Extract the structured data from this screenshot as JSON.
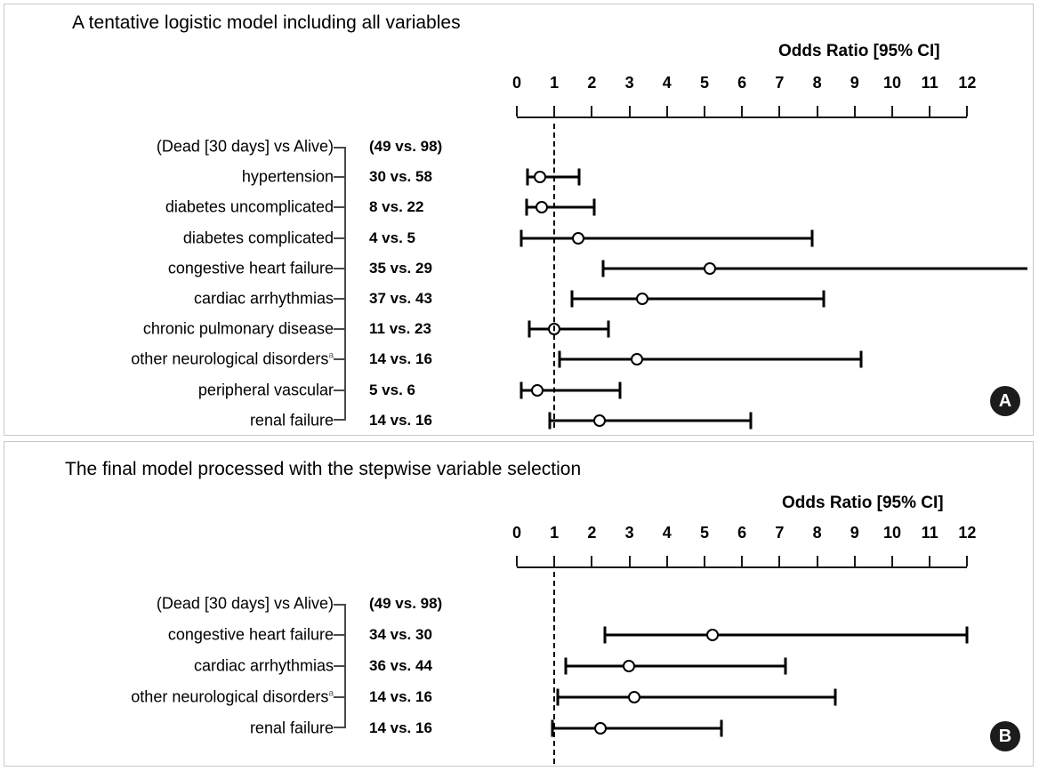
{
  "figure": {
    "axis_title": "Odds Ratio [95% CI]",
    "tick_labels": [
      "0",
      "1",
      "2",
      "3",
      "4",
      "5",
      "6",
      "7",
      "8",
      "9",
      "10",
      "11",
      "12"
    ],
    "reference_value": 1,
    "footnote_marker": "a"
  },
  "panel_a": {
    "badge": "A",
    "title": "A tentative logistic model including all variables",
    "axis_title": "Odds Ratio [95% CI]",
    "header_label": "(Dead [30 days] vs Alive)",
    "header_count": "(49 vs. 98)"
  },
  "panel_b": {
    "badge": "B",
    "title": "The final model processed with the stepwise variable selection",
    "axis_title": "Odds Ratio [95% CI]",
    "header_label": "(Dead [30 days] vs Alive)",
    "header_count": "(49 vs. 98)"
  },
  "chart_data": [
    {
      "type": "forest",
      "panel": "A",
      "title": "A tentative logistic model including all variables",
      "xlabel": "Odds Ratio [95% CI]",
      "xlim": [
        0,
        12
      ],
      "xticks": [
        0,
        1,
        2,
        3,
        4,
        5,
        6,
        7,
        8,
        9,
        10,
        11,
        12
      ],
      "reference_line": 1,
      "grid": false,
      "header": {
        "label": "(Dead [30 days] vs Alive)",
        "count": "(49 vs. 98)"
      },
      "rows": [
        {
          "label": "hypertension",
          "sup": "",
          "count": "30 vs. 58",
          "or": 0.62,
          "lower": 0.28,
          "upper": 1.66,
          "truncated_right": false
        },
        {
          "label": "diabetes uncomplicated",
          "sup": "",
          "count": "8 vs. 22",
          "or": 0.66,
          "lower": 0.26,
          "upper": 2.05,
          "truncated_right": false
        },
        {
          "label": "diabetes complicated",
          "sup": "",
          "count": "4 vs. 5",
          "or": 1.63,
          "lower": 0.13,
          "upper": 7.86,
          "truncated_right": false
        },
        {
          "label": "congestive heart failure",
          "sup": "",
          "count": "35 vs. 29",
          "or": 5.14,
          "lower": 2.3,
          "upper": 12.9,
          "truncated_right": true
        },
        {
          "label": "cardiac arrhythmias",
          "sup": "",
          "count": "37 vs. 43",
          "or": 3.34,
          "lower": 1.47,
          "upper": 8.18,
          "truncated_right": false
        },
        {
          "label": "chronic pulmonary disease",
          "sup": "",
          "count": "11 vs. 23",
          "or": 1.0,
          "lower": 0.33,
          "upper": 2.43,
          "truncated_right": false
        },
        {
          "label": "other neurological disorders",
          "sup": "a",
          "count": "14 vs. 16",
          "or": 3.2,
          "lower": 1.13,
          "upper": 9.17,
          "truncated_right": false
        },
        {
          "label": "peripheral vascular",
          "sup": "",
          "count": "5 vs. 6",
          "or": 0.55,
          "lower": 0.12,
          "upper": 2.76,
          "truncated_right": false
        },
        {
          "label": "renal failure",
          "sup": "",
          "count": "14 vs. 16",
          "or": 2.21,
          "lower": 0.88,
          "upper": 6.24,
          "truncated_right": false
        }
      ]
    },
    {
      "type": "forest",
      "panel": "B",
      "title": "The final model processed with the stepwise variable selection",
      "xlabel": "Odds Ratio [95% CI]",
      "xlim": [
        0,
        12
      ],
      "xticks": [
        0,
        1,
        2,
        3,
        4,
        5,
        6,
        7,
        8,
        9,
        10,
        11,
        12
      ],
      "reference_line": 1,
      "grid": false,
      "header": {
        "label": "(Dead [30 days] vs Alive)",
        "count": "(49 vs. 98)"
      },
      "rows": [
        {
          "label": "congestive heart failure",
          "sup": "",
          "count": "34 vs. 30",
          "or": 5.22,
          "lower": 2.35,
          "upper": 12.0,
          "truncated_right": false
        },
        {
          "label": "cardiac arrhythmias",
          "sup": "",
          "count": "36 vs. 44",
          "or": 2.99,
          "lower": 1.3,
          "upper": 7.15,
          "truncated_right": false
        },
        {
          "label": "other neurological disorders",
          "sup": "a",
          "count": "14 vs. 16",
          "or": 3.12,
          "lower": 1.1,
          "upper": 8.48,
          "truncated_right": false
        },
        {
          "label": "renal failure",
          "sup": "",
          "count": "14 vs. 16",
          "or": 2.22,
          "lower": 0.95,
          "upper": 5.45,
          "truncated_right": false
        }
      ]
    }
  ]
}
